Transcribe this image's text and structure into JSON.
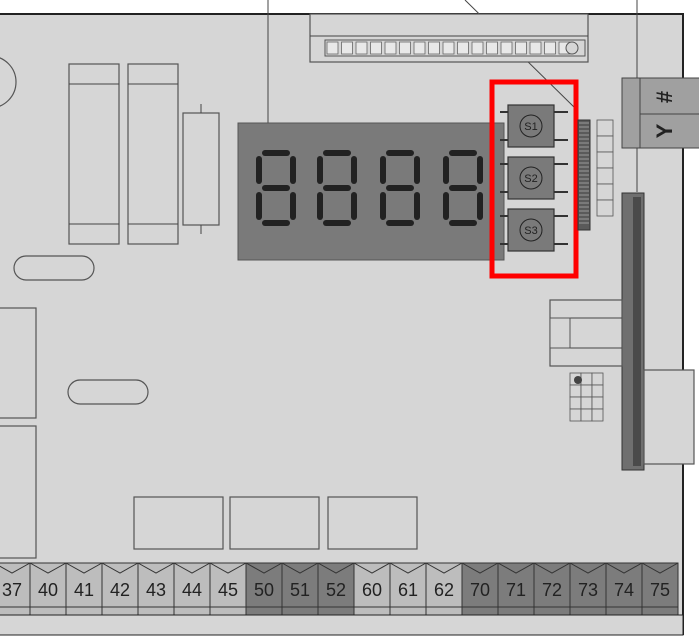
{
  "buttons": [
    {
      "label": "S1"
    },
    {
      "label": "S2"
    },
    {
      "label": "S3"
    }
  ],
  "side_connector": {
    "label_y": "Y",
    "label_hash": "#"
  },
  "terminals": [
    {
      "label": "37",
      "shade": "light"
    },
    {
      "label": "40",
      "shade": "light"
    },
    {
      "label": "41",
      "shade": "light"
    },
    {
      "label": "42",
      "shade": "light"
    },
    {
      "label": "43",
      "shade": "light"
    },
    {
      "label": "44",
      "shade": "light"
    },
    {
      "label": "45",
      "shade": "light"
    },
    {
      "label": "50",
      "shade": "dark"
    },
    {
      "label": "51",
      "shade": "dark"
    },
    {
      "label": "52",
      "shade": "dark"
    },
    {
      "label": "60",
      "shade": "light"
    },
    {
      "label": "61",
      "shade": "light"
    },
    {
      "label": "62",
      "shade": "light"
    },
    {
      "label": "70",
      "shade": "dark"
    },
    {
      "label": "71",
      "shade": "dark"
    },
    {
      "label": "72",
      "shade": "dark"
    },
    {
      "label": "73",
      "shade": "dark"
    },
    {
      "label": "74",
      "shade": "dark"
    },
    {
      "label": "75",
      "shade": "dark"
    }
  ],
  "highlight": {
    "color": "#ff0000",
    "target": "button-group"
  },
  "colors": {
    "board": "#d6d6d6",
    "display": "#7a7a7a",
    "terminal_light": "#bdbdbd",
    "terminal_dark": "#7c7c7c"
  }
}
